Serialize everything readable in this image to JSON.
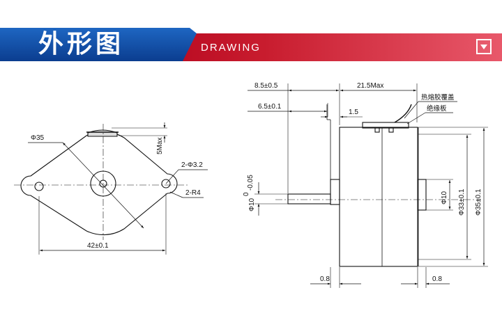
{
  "header": {
    "title": "外形图",
    "subtitle": "DRAWING",
    "accent_red": "#c81c2e",
    "accent_blue": "#0b4aa8",
    "dropdown_icon": "chevron-down-icon"
  },
  "front_view": {
    "diameter": "Φ35",
    "hole_dia": "2-Φ3.2",
    "radius": "2-R4",
    "max_height": "5Max",
    "hole_spacing": "42±0.1"
  },
  "side_view": {
    "dim_8_5": "8.5±0.5",
    "dim_21_5": "21.5Max",
    "dim_6_5": "6.5±0.1",
    "dim_1_5": "1.5",
    "shaft_dia": "Φ10",
    "tol_upper": "0",
    "tol_lower": "-0.05",
    "inner_dia": "Φ10",
    "dia_33": "Φ33±0.1",
    "dia_35": "Φ35±0.1",
    "left_gap": "0.8",
    "right_gap": "0.8",
    "note_glue": "热熔胶覆盖",
    "note_insulation": "绝缘板"
  }
}
